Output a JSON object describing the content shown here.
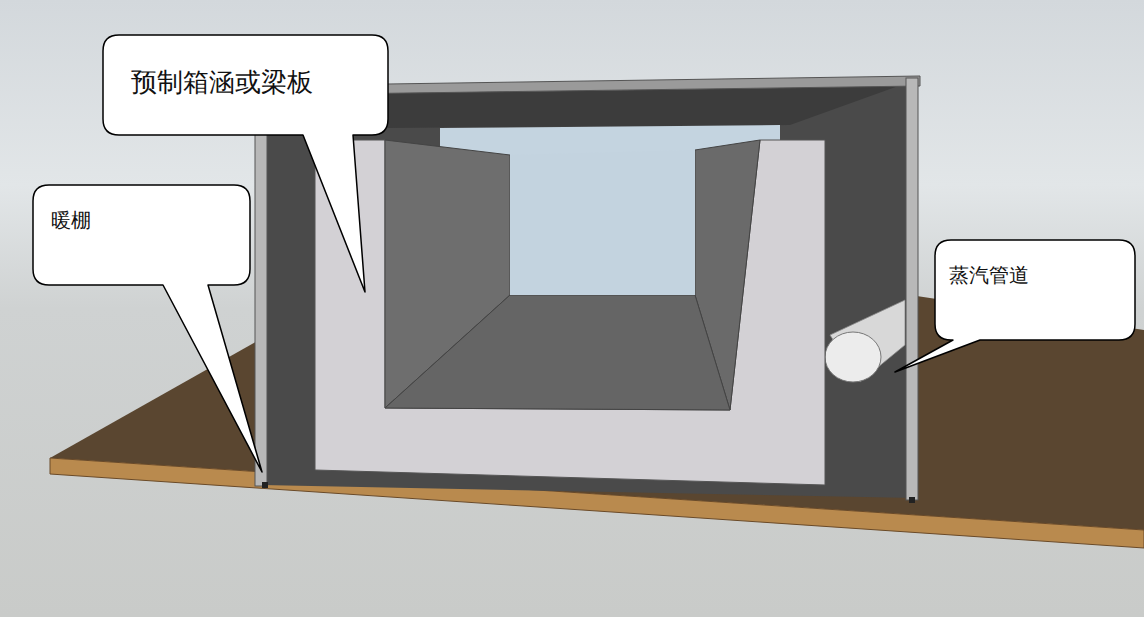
{
  "diagram": {
    "nodes": [
      {
        "text": [
          "预制箱涵或梁板"
        ]
      },
      {
        "text": [
          "暖棚"
        ]
      },
      {
        "text": [
          "蒸汽管道"
        ]
      }
    ]
  }
}
